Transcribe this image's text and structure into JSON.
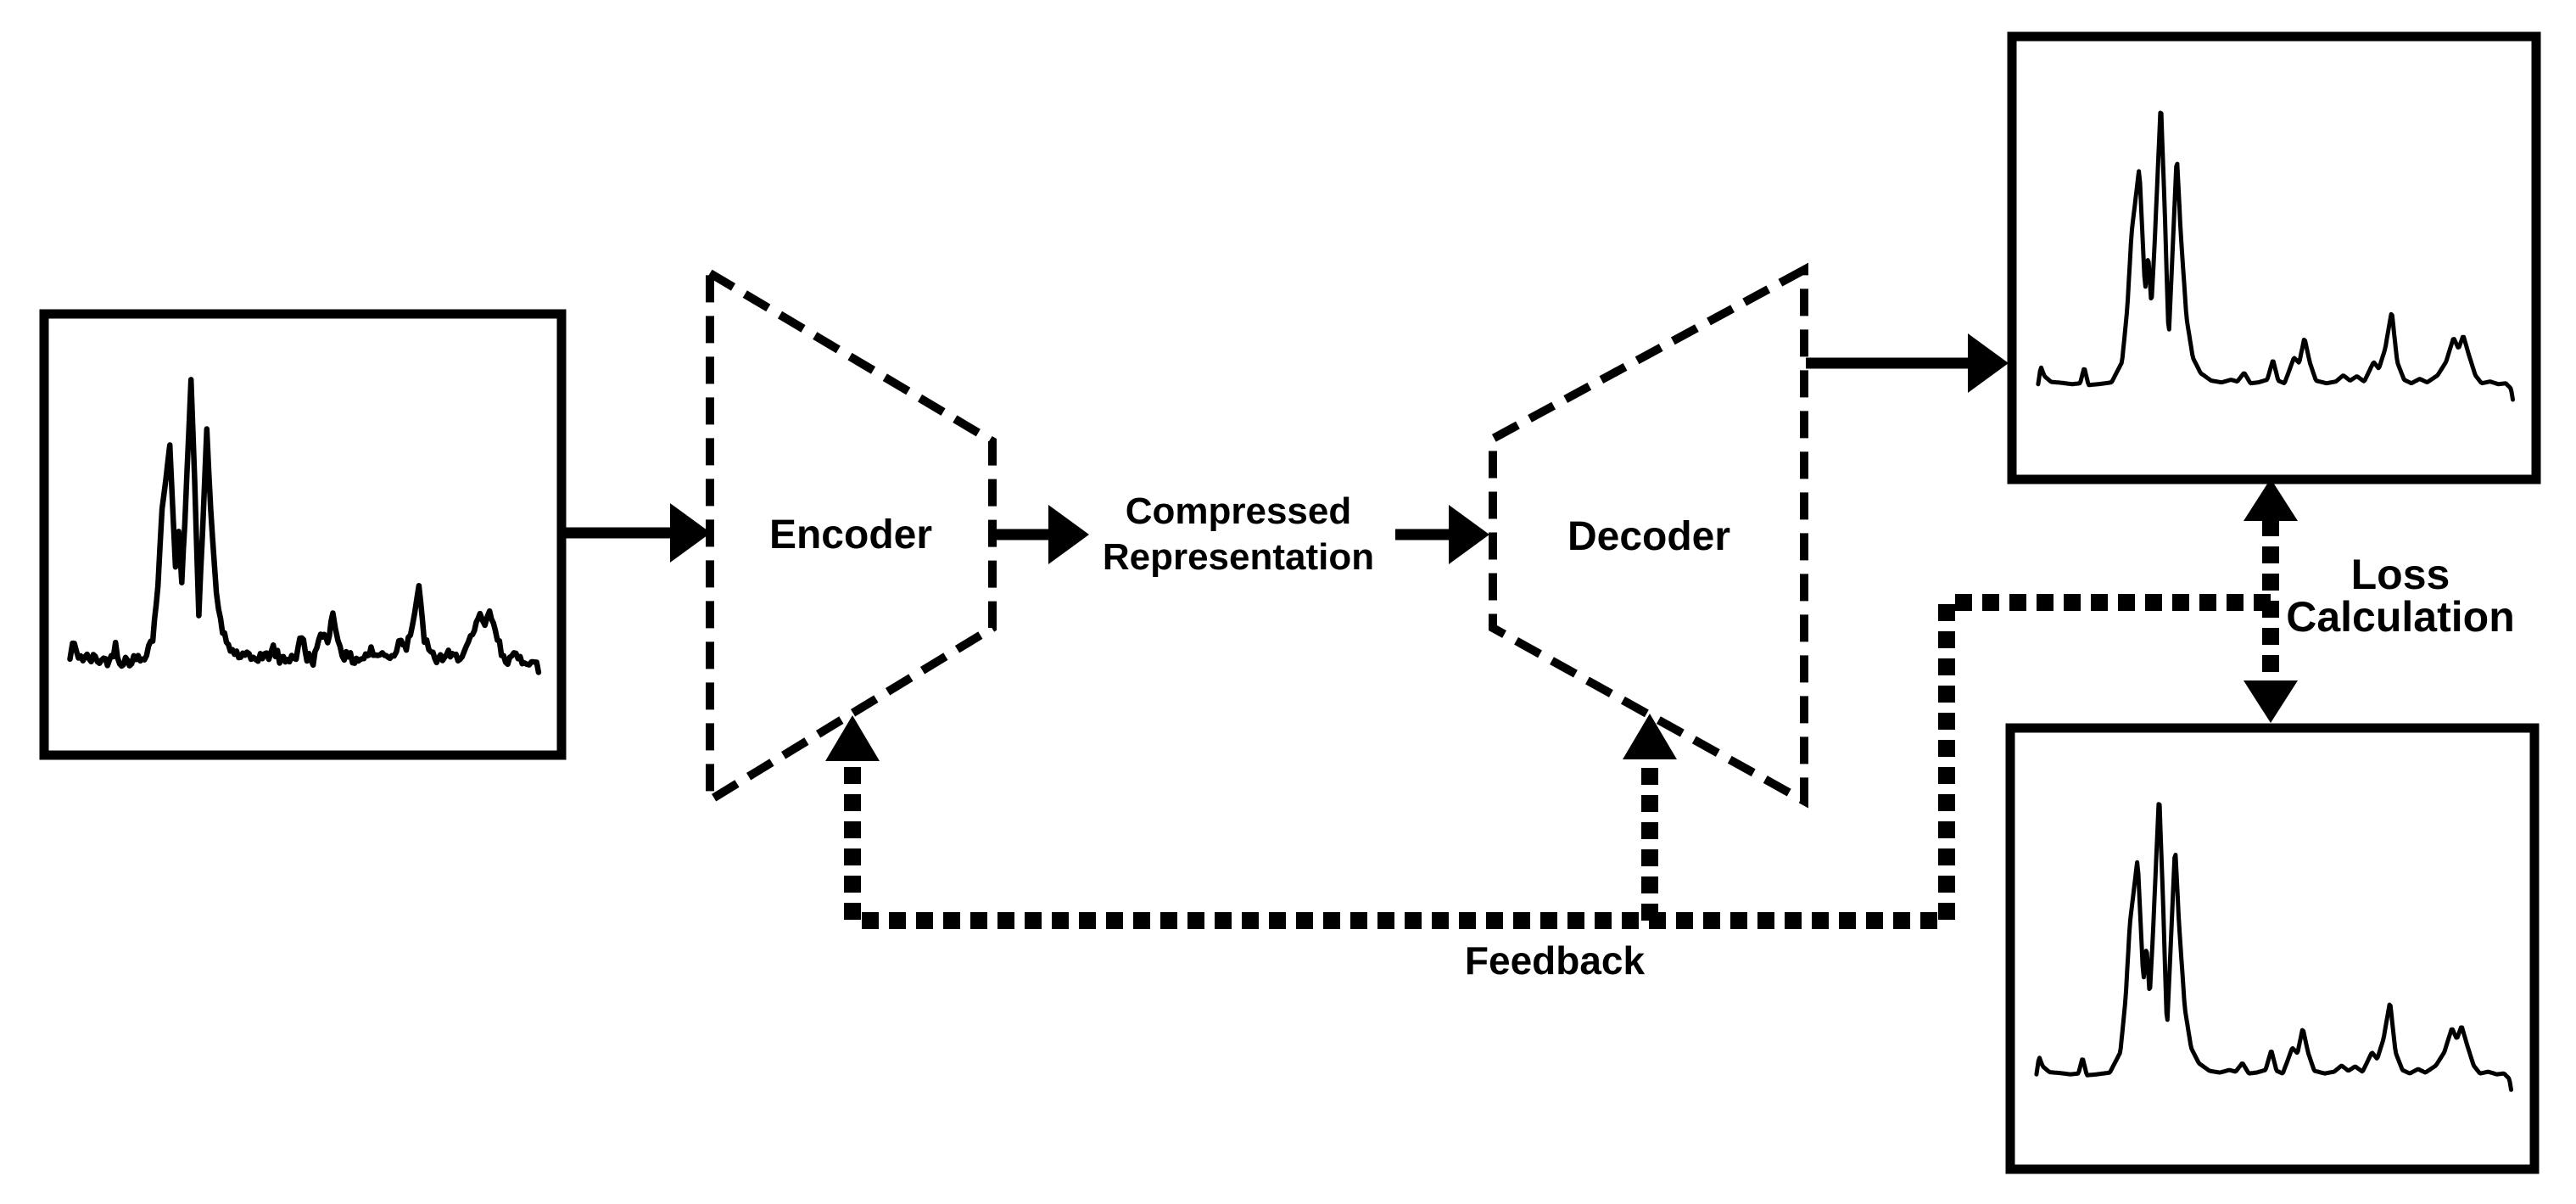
{
  "diagram": {
    "colors": {
      "ink": "#000000",
      "background": "#ffffff"
    },
    "labels": {
      "encoder": "Encoder",
      "decoder": "Decoder",
      "compressed_line1": "Compressed",
      "compressed_line2": "Representation",
      "loss_line1": "Loss",
      "loss_line2": "Calculation",
      "feedback": "Feedback"
    },
    "panels": [
      {
        "position": "left",
        "content": "spectrum-curve",
        "style": "noisy"
      },
      {
        "position": "top-right",
        "content": "spectrum-curve",
        "style": "clean"
      },
      {
        "position": "bottom-right",
        "content": "spectrum-curve",
        "style": "clean"
      }
    ],
    "connections": [
      {
        "from": "input-spectrum-box",
        "to": "encoder",
        "style": "solid-arrow"
      },
      {
        "from": "encoder",
        "to": "compressed-representation",
        "style": "solid-arrow"
      },
      {
        "from": "compressed-representation",
        "to": "decoder",
        "style": "solid-arrow"
      },
      {
        "from": "decoder",
        "to": "output-spectrum-box",
        "style": "solid-arrow"
      },
      {
        "from": "output-spectrum-box",
        "to": "target-spectrum-box",
        "style": "dotted-double-arrow",
        "label": "Loss Calculation"
      },
      {
        "from": "loss-calculation",
        "to": "encoder",
        "style": "dotted-arrow",
        "label": "Feedback"
      },
      {
        "from": "loss-calculation",
        "to": "decoder",
        "style": "dotted-arrow",
        "label": "Feedback"
      }
    ]
  }
}
